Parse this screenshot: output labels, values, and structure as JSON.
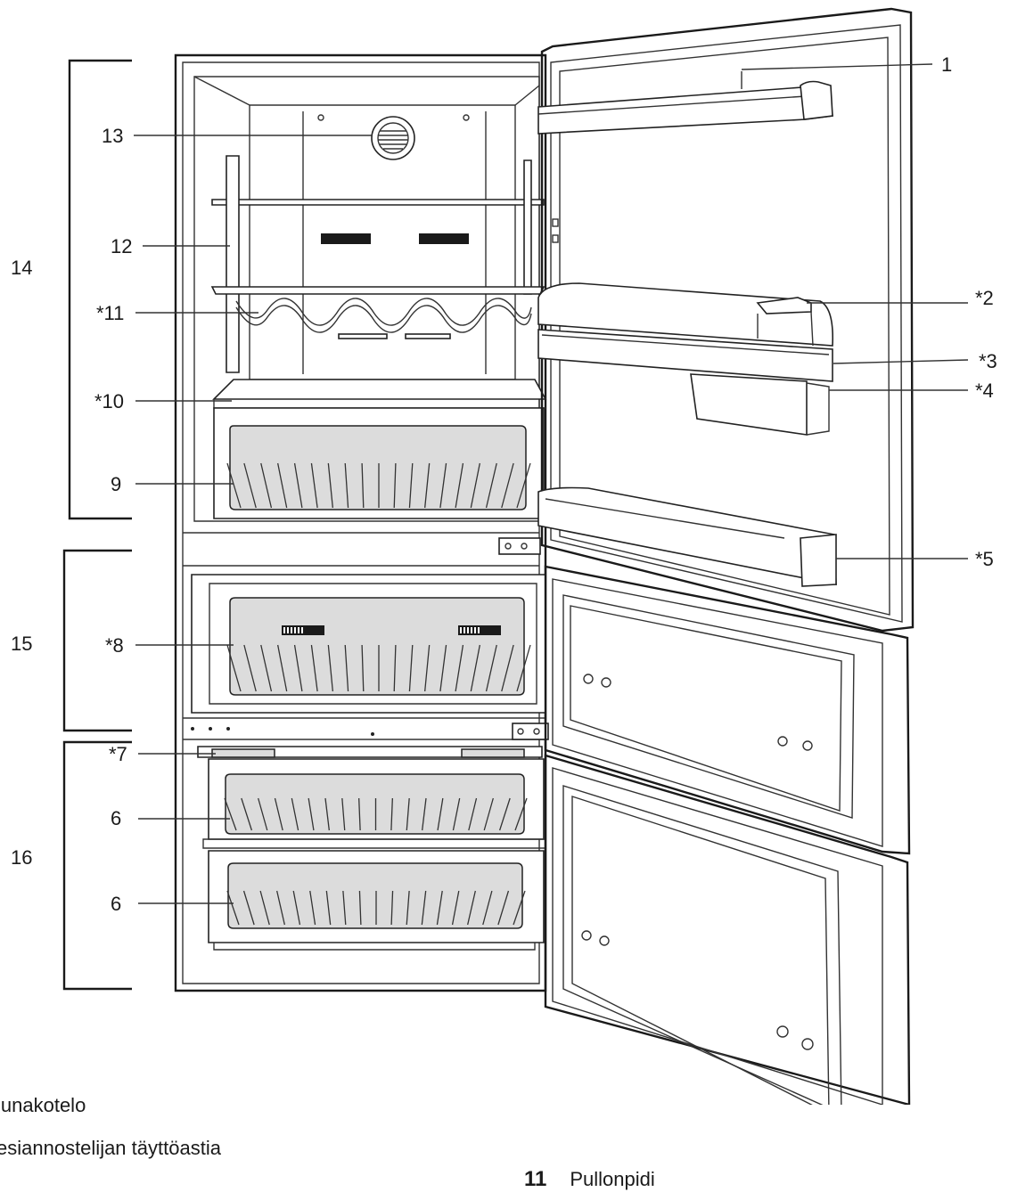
{
  "callouts": [
    {
      "id": "1",
      "label": "1"
    },
    {
      "id": "2",
      "label": "*2"
    },
    {
      "id": "3",
      "label": "*3"
    },
    {
      "id": "4",
      "label": "*4"
    },
    {
      "id": "5",
      "label": "*5"
    },
    {
      "id": "6a",
      "label": "6"
    },
    {
      "id": "6b",
      "label": "6"
    },
    {
      "id": "7",
      "label": "*7"
    },
    {
      "id": "8",
      "label": "*8"
    },
    {
      "id": "9",
      "label": "9"
    },
    {
      "id": "10",
      "label": "*10"
    },
    {
      "id": "11",
      "label": "*11"
    },
    {
      "id": "12",
      "label": "12"
    },
    {
      "id": "13",
      "label": "13"
    },
    {
      "id": "14",
      "label": "14"
    },
    {
      "id": "15",
      "label": "15"
    },
    {
      "id": "16",
      "label": "16"
    }
  ],
  "legend": [
    {
      "number": "",
      "text": "lunakotelo"
    },
    {
      "number": "",
      "text": "esiannostelijan täyttöastia"
    },
    {
      "number": "11",
      "text": "Pullonpidi"
    }
  ]
}
